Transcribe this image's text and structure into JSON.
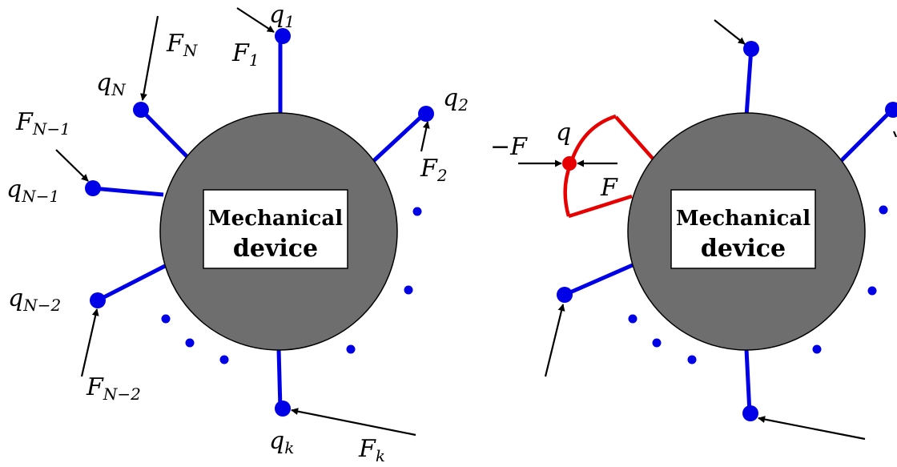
{
  "device": {
    "label_line1": "Mechanical",
    "label_line2": "device",
    "body_color": "#6e6e6e",
    "box_color": "#ffffff"
  },
  "colors": {
    "link": "#0000e6",
    "constraint": "#e60000",
    "arrow": "#000000"
  },
  "left_labels": {
    "q1": {
      "base": "q",
      "sub": "1"
    },
    "F1": {
      "base": "F",
      "sub": "1"
    },
    "q2": {
      "base": "q",
      "sub": "2"
    },
    "F2": {
      "base": "F",
      "sub": "2"
    },
    "qN": {
      "base": "q",
      "sub": "N"
    },
    "FN": {
      "base": "F",
      "sub": "N"
    },
    "qN1": {
      "base": "q",
      "sub": "N−1"
    },
    "FN1": {
      "base": "F",
      "sub": "N−1"
    },
    "qN2": {
      "base": "q",
      "sub": "N−2"
    },
    "FN2": {
      "base": "F",
      "sub": "N−2"
    },
    "qk": {
      "base": "q",
      "sub": "k"
    },
    "Fk": {
      "base": "F",
      "sub": "k"
    }
  },
  "right_labels": {
    "minusF": "−F",
    "q": "q",
    "F": "F"
  },
  "icons": {
    "link_end": "blue-dot-icon",
    "constraint_point": "red-dot-icon",
    "force": "arrow-icon"
  }
}
